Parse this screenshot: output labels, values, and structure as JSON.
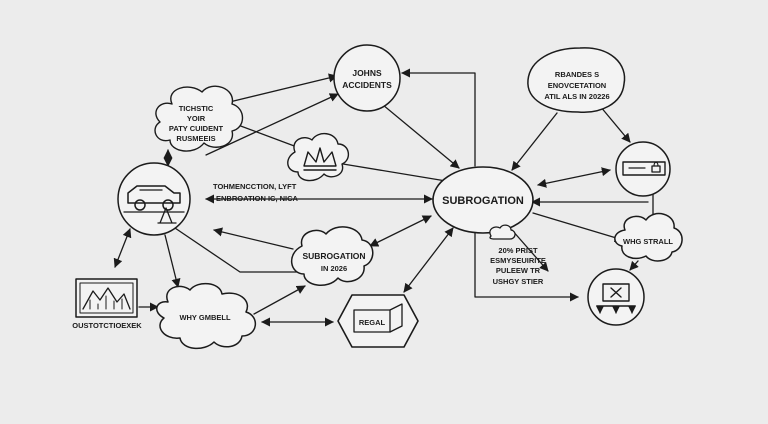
{
  "nodes": {
    "johns_accidents": {
      "line1": "JOHNS",
      "line2": "ACCIDENTS"
    },
    "thistle_cloud": {
      "line1": "TICHSTIC",
      "line2": "YOIR",
      "line3": "PATY CUIDENT",
      "line4": "RUSMEEIS"
    },
    "car_circle": {
      "icon": "car-icon"
    },
    "middle_label": {
      "line1": "TOHMENCCTION,  LYFT",
      "line2": "ENBROATION IC, NICA"
    },
    "small_cloud": {
      "icon": "crown-icon"
    },
    "rbandes": {
      "line1": "RBANDES S",
      "line2": "ENOVCETATION",
      "line3": "ATIL ALS IN 20226"
    },
    "lock_circle": {
      "icon": "lock-icon"
    },
    "subrogation_center": {
      "label": "SUBROGATION"
    },
    "wing_cloud": {
      "label": "WHG STRALL"
    },
    "subrogation_2026": {
      "line1": "SUBROGATION",
      "line2": "IN 2026"
    },
    "stats_text": {
      "line1": "20% PRIST",
      "line2": "ESMYSEUIRITE",
      "line3": "PULEEW TR",
      "line4": "USHGY STIER"
    },
    "image_panel": {
      "caption": "OUSTOTCTIOEXEK",
      "icon": "mountain-chart-icon"
    },
    "why_cloud": {
      "label": "WHY GMBELL"
    },
    "regal_hex": {
      "label": "REGAL"
    },
    "device_circle": {
      "icon": "scale-device-icon"
    }
  }
}
